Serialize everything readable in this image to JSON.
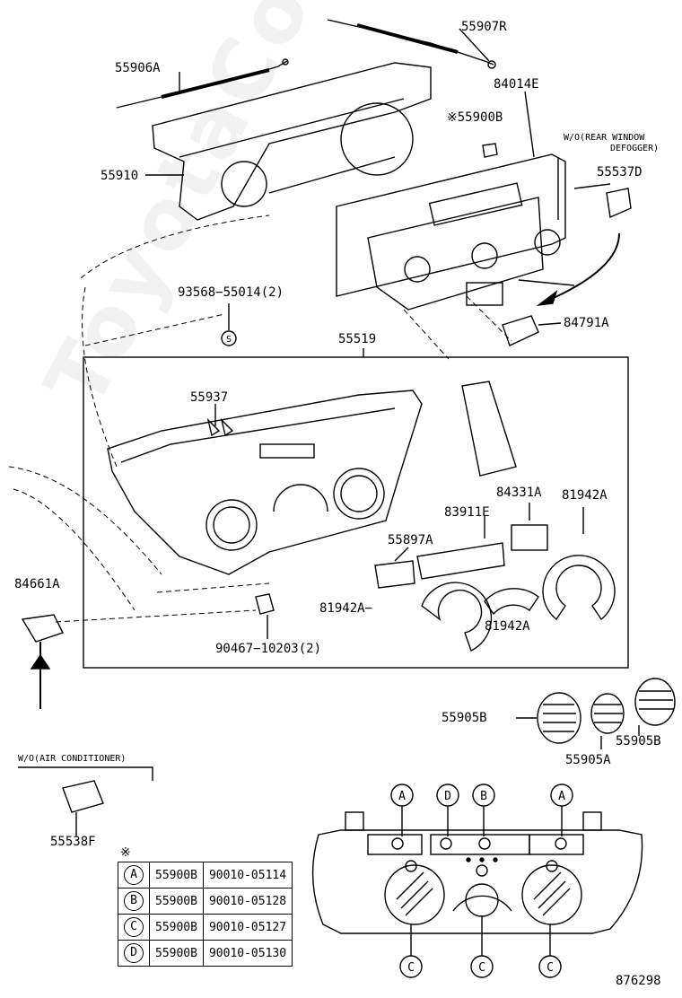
{
  "labels": {
    "p55907R": "55907R",
    "p55906A": "55906A",
    "p84014E": "84014E",
    "p55900B": "※55900B",
    "p55910": "55910",
    "note_rear_window_1": "W/O(REAR WINDOW",
    "note_rear_window_2": "DEFOGGER)",
    "p55537D": "55537D",
    "p93568": "93568−55014(2)",
    "p84791A": "84791A",
    "p55519": "55519",
    "p55937": "55937",
    "p84331A": "84331A",
    "p81942A_top": "81942A",
    "p83911E": "83911E",
    "p55897A": "55897A",
    "p84661A": "84661A",
    "p81942A_left": "81942A−",
    "p81942A_mid": "81942A",
    "p90467": "90467−10203(2)",
    "p55905B_left": "55905B",
    "p55905B_right": "55905B",
    "p55905A": "55905A",
    "note_air_cond": "W/O(AIR CONDITIONER)",
    "p55538F": "55538F",
    "asterisk": "※",
    "diagram_no": "876298",
    "callout_A1": "A",
    "callout_D": "D",
    "callout_B": "B",
    "callout_A2": "A",
    "callout_C1": "C",
    "callout_C2": "C",
    "callout_C3": "C",
    "symbol_S": "S"
  },
  "reference_table": [
    {
      "key": "A",
      "part": "55900B",
      "screw": "90010-05114"
    },
    {
      "key": "B",
      "part": "55900B",
      "screw": "90010-05128"
    },
    {
      "key": "C",
      "part": "55900B",
      "screw": "90010-05127"
    },
    {
      "key": "D",
      "part": "55900B",
      "screw": "90010-05130"
    }
  ],
  "watermark": "ToyotaCosting.ru"
}
